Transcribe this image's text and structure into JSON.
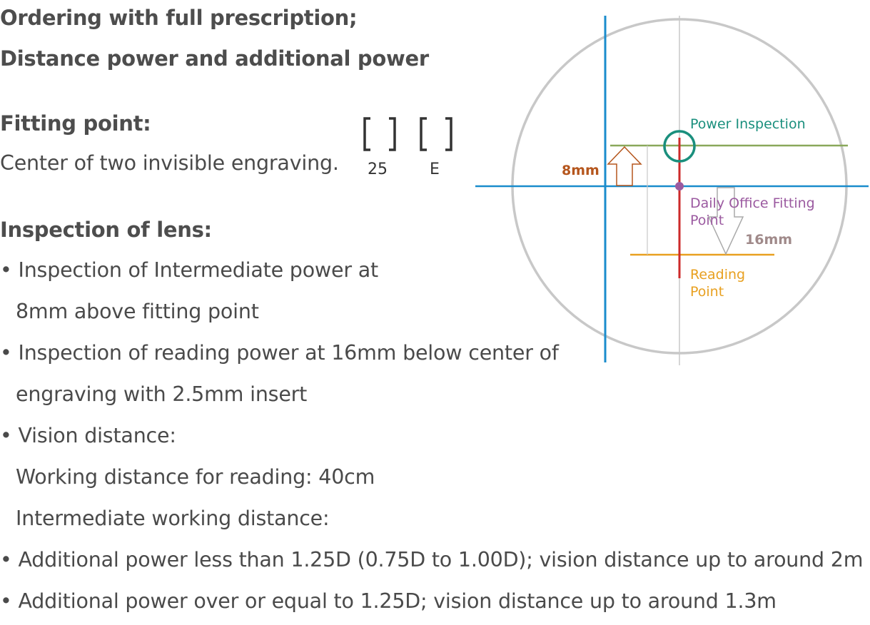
{
  "heading": {
    "line1": "Ordering with full prescription;",
    "line2": "Distance power and additional power"
  },
  "fitting": {
    "title": "Fitting point:",
    "description": "Center of two invisible engraving.",
    "engraving_left_label": "25",
    "engraving_right_label": "E"
  },
  "inspection": {
    "title": "Inspection of lens:",
    "bullet": "•",
    "items": [
      {
        "line1": "Inspection of Intermediate power at",
        "line2": "8mm above fitting point"
      },
      {
        "line1": "Inspection of reading power at 16mm below center of",
        "line2": "engraving with 2.5mm insert"
      },
      {
        "line1": "Vision distance:",
        "line2": "Working distance for reading: 40cm",
        "line3": "Intermediate working distance:"
      },
      {
        "line1": "Additional power less than 1.25D (0.75D to 1.00D); vision distance up to around 2m"
      },
      {
        "line1": "Additional power over or equal to 1.25D; vision distance up to around 1.3m"
      }
    ]
  },
  "diagram": {
    "power_inspection_label": "Power Inspection",
    "dist_8mm_label": "8mm",
    "fitting_point_label_line1": "Daily Office Fitting",
    "fitting_point_label_line2": "Point",
    "dist_16mm_label": "16mm",
    "reading_point_label_line1": "Reading",
    "reading_point_label_line2": "Point",
    "colors": {
      "lens_outline": "#c8c8c8",
      "center_vertical": "#c8c8c8",
      "axis_blue": "#1a8ccc",
      "power_line_green": "#8aa85a",
      "power_circle": "#1a8f7d",
      "fitting_line_red": "#cc2a2a",
      "fitting_dot": "#9b5aa0",
      "reading_line_orange": "#e8a020",
      "arrow_up": "#b5561d",
      "arrow_down": "#aaaaaa",
      "label_8mm": "#b5561d",
      "label_16mm": "#a08a8a",
      "label_power": "#1a8f7d",
      "label_fitting": "#9b5aa0",
      "label_reading": "#e8a020"
    }
  }
}
